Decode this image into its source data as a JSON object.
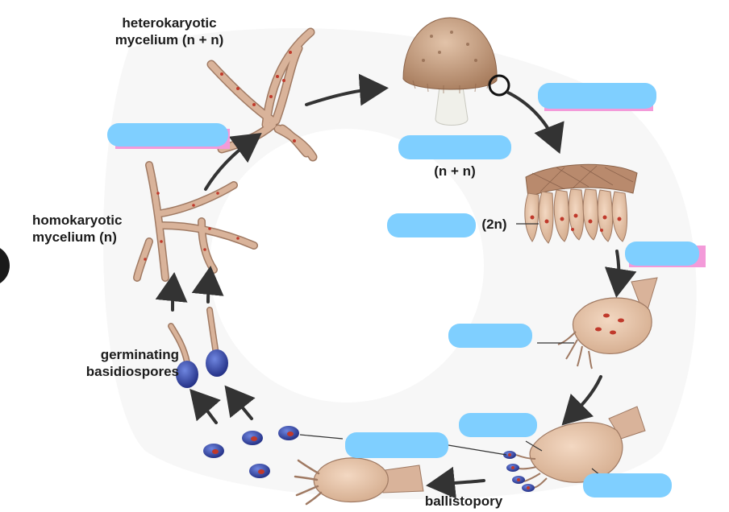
{
  "labels": {
    "heterokaryotic": "heterokaryotic\nmycelium (n + n)",
    "homokaryotic": "homokaryotic\nmycelium (n)",
    "germinating": "germinating\nbasidiospores",
    "n_plus_n": "(n + n)",
    "two_n": "(2n)",
    "ballistopory": "ballistopory"
  },
  "colors": {
    "blank_fill": "#7fcfff",
    "pink_edge": "#f39ad9",
    "hypha_fill": "#d9b39a",
    "hypha_stroke": "#a07a63",
    "nucleus": "#c0392b",
    "spore_blue": "#2c3e9e",
    "arrow": "#333333",
    "mushroom_cap": "#caa384"
  }
}
